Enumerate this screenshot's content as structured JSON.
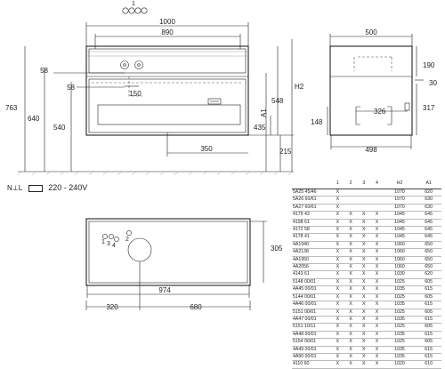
{
  "top_marker": "1",
  "front_view": {
    "width_total": "1000",
    "width_inner": "890",
    "dim_58_a": "58",
    "dim_58_b": "58",
    "dim_150": "150",
    "dim_763": "763",
    "dim_640": "640",
    "dim_540": "540",
    "dim_548": "548",
    "dim_435": "435",
    "dim_350": "350",
    "dim_215": "215",
    "label_h2": "H2",
    "label_a1": "A1"
  },
  "side_view": {
    "dim_500": "500",
    "dim_190": "190",
    "dim_30": "30",
    "dim_148": "148",
    "dim_326": "326",
    "dim_317": "317",
    "dim_498": "498"
  },
  "top_view": {
    "dim_305": "305",
    "dim_974": "974",
    "dim_320": "320",
    "dim_680": "680",
    "marker_1": "1",
    "marker_2": "2",
    "marker_3": "3",
    "marker_4": "4"
  },
  "electrical": {
    "symbol": "N⊥L",
    "voltage": "220 - 240V"
  },
  "spec_table": {
    "headers": [
      "",
      "1",
      "2",
      "3",
      "4",
      "H2",
      "A1"
    ],
    "rows": [
      [
        "5A25 45/46",
        "X",
        "",
        "",
        "",
        "1070",
        "620"
      ],
      [
        "5A26 60/61",
        "X",
        "",
        "",
        "",
        "1070",
        "630"
      ],
      [
        "5A27 60/61",
        "X",
        "",
        "",
        "",
        "1070",
        "630"
      ],
      [
        "4179 43",
        "X",
        "X",
        "X",
        "X",
        "1045",
        "645"
      ],
      [
        "4198 61",
        "X",
        "X",
        "X",
        "X",
        "1045",
        "645"
      ],
      [
        "4172 58",
        "X",
        "X",
        "X",
        "X",
        "1045",
        "645"
      ],
      [
        "4178 41",
        "X",
        "X",
        "X",
        "X",
        "1045",
        "645"
      ],
      [
        "4A1940",
        "X",
        "X",
        "X",
        "X",
        "1060",
        "650"
      ],
      [
        "4A2138",
        "X",
        "X",
        "X",
        "X",
        "1060",
        "650"
      ],
      [
        "4A1950",
        "X",
        "X",
        "X",
        "X",
        "1060",
        "650"
      ],
      [
        "4A2056",
        "X",
        "X",
        "X",
        "X",
        "1060",
        "650"
      ],
      [
        "4143 61",
        "X",
        "X",
        "X",
        "X",
        "1030",
        "620"
      ],
      [
        "5148 00/01",
        "X",
        "X",
        "X",
        "X",
        "1025",
        "605"
      ],
      [
        "4A45 00/01",
        "X",
        "X",
        "X",
        "X",
        "1035",
        "615"
      ],
      [
        "5144 00/01",
        "X",
        "X",
        "X",
        "X",
        "1025",
        "605"
      ],
      [
        "4A46 00/01",
        "X",
        "X",
        "X",
        "X",
        "1035",
        "615"
      ],
      [
        "5151 00/01",
        "X",
        "X",
        "X",
        "X",
        "1025",
        "605"
      ],
      [
        "4A47 00/01",
        "X",
        "X",
        "X",
        "X",
        "1035",
        "615"
      ],
      [
        "5151 10/11",
        "X",
        "X",
        "X",
        "X",
        "1025",
        "605"
      ],
      [
        "4A48 00/01",
        "X",
        "X",
        "X",
        "X",
        "1035",
        "615"
      ],
      [
        "5154 00/01",
        "X",
        "X",
        "X",
        "X",
        "1025",
        "605"
      ],
      [
        "4A49 00/01",
        "X",
        "X",
        "X",
        "X",
        "1035",
        "615"
      ],
      [
        "4A50 00/01",
        "X",
        "X",
        "X",
        "X",
        "1035",
        "615"
      ],
      [
        "4110 60",
        "X",
        "X",
        "X",
        "X",
        "1020",
        "610"
      ]
    ]
  }
}
